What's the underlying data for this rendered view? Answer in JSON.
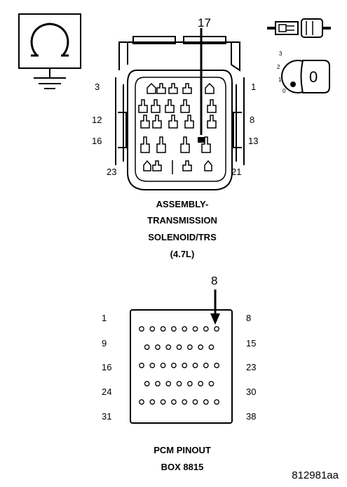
{
  "connector": {
    "pin_callout": "17",
    "labels": {
      "top_left": "3",
      "top_right": "1",
      "mid_left_upper": "12",
      "mid_right_upper": "8",
      "mid_left_lower": "16",
      "mid_right_lower": "13",
      "bottom_left": "23",
      "bottom_right": "21"
    },
    "caption": [
      "ASSEMBLY-",
      "TRANSMISSION",
      "SOLENOID/TRS",
      "(4.7L)"
    ]
  },
  "key_icon": {
    "positions": [
      "3",
      "2",
      "1",
      "0"
    ],
    "key_label": "0"
  },
  "pcm": {
    "pin_callout": "8",
    "rows": [
      {
        "left": "1",
        "right": "8",
        "pins": 8
      },
      {
        "left": "9",
        "right": "15",
        "pins": 7
      },
      {
        "left": "16",
        "right": "23",
        "pins": 8
      },
      {
        "left": "24",
        "right": "30",
        "pins": 7
      },
      {
        "left": "31",
        "right": "38",
        "pins": 8
      }
    ],
    "caption": [
      "PCM PINOUT",
      "BOX 8815"
    ]
  },
  "figure_id": "812981aa"
}
